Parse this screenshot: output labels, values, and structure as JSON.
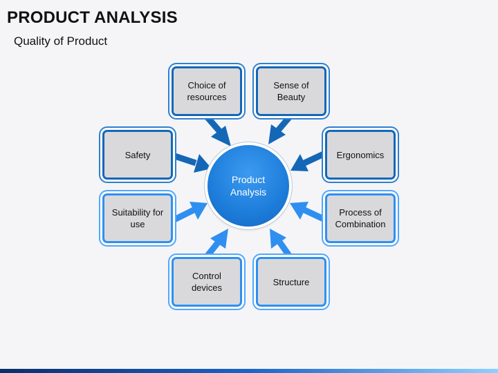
{
  "header": {
    "title": "PRODUCT ANALYSIS",
    "subtitle": "Quality of Product"
  },
  "diagram": {
    "center_label": "Product Analysis",
    "boxes": [
      {
        "label": "Choice of resources",
        "color": "#1467b7"
      },
      {
        "label": "Sense of Beauty",
        "color": "#1467b7"
      },
      {
        "label": "Safety",
        "color": "#1467b7"
      },
      {
        "label": "Ergonomics",
        "color": "#1467b7"
      },
      {
        "label": "Suitability for use",
        "color": "#2f8ff0"
      },
      {
        "label": "Process of Combination",
        "color": "#2f8ff0"
      },
      {
        "label": "Control devices",
        "color": "#2f8ff0"
      },
      {
        "label": "Structure",
        "color": "#2f8ff0"
      }
    ]
  }
}
